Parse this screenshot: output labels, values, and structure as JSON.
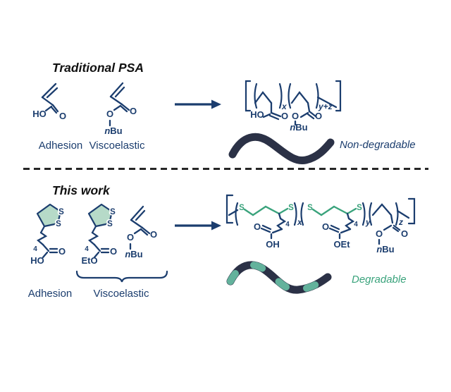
{
  "colors": {
    "structure_navy": "#1b3d6e",
    "accent_green": "#3aa37c",
    "ring_fill_green": "#b6dac8",
    "rope_navy": "#2b3146",
    "rope_green_segment": "#63b29c",
    "title_black": "#111111"
  },
  "top": {
    "title": "Traditional PSA",
    "monomer1_label": "Adhesion",
    "monomer2_label": "Viscoelastic",
    "result_label": "Non-degradable",
    "acrylic_acid": {
      "ho": "HO",
      "o": "O"
    },
    "butyl_acrylate": {
      "o_carbonyl": "O",
      "o_ester": "O",
      "n": "n",
      "bu": "Bu"
    },
    "polymer": {
      "ho": "HO",
      "o_carbonyl1": "O",
      "o_ester": "O",
      "o_carbonyl2": "O",
      "n": "n",
      "bu": "Bu",
      "sub1": "x",
      "sub2": "y+z"
    }
  },
  "bottom": {
    "title": "This work",
    "monomer1_label": "Adhesion",
    "monomer23_label": "Viscoelastic",
    "result_label": "Degradable",
    "lipoic_acid": {
      "s1": "S",
      "s2": "S",
      "n4": "4",
      "o": "O",
      "ho": "HO"
    },
    "lipoate_ester": {
      "s1": "S",
      "s2": "S",
      "n4": "4",
      "o": "O",
      "eto": "EtO"
    },
    "butyl_acrylate": {
      "o_carbonyl": "O",
      "o_ester": "O",
      "n": "n",
      "bu": "Bu"
    },
    "polymer": {
      "unit1": {
        "s1": "S",
        "s2": "S",
        "n4": "4",
        "o": "O",
        "oh": "OH",
        "sub": "x"
      },
      "unit2": {
        "s1": "S",
        "s2": "S",
        "n4": "4",
        "o": "O",
        "oet": "OEt",
        "sub": "y"
      },
      "unit3": {
        "o_ester": "O",
        "o_carbonyl": "O",
        "n": "n",
        "bu": "Bu",
        "sub": "z"
      }
    }
  }
}
